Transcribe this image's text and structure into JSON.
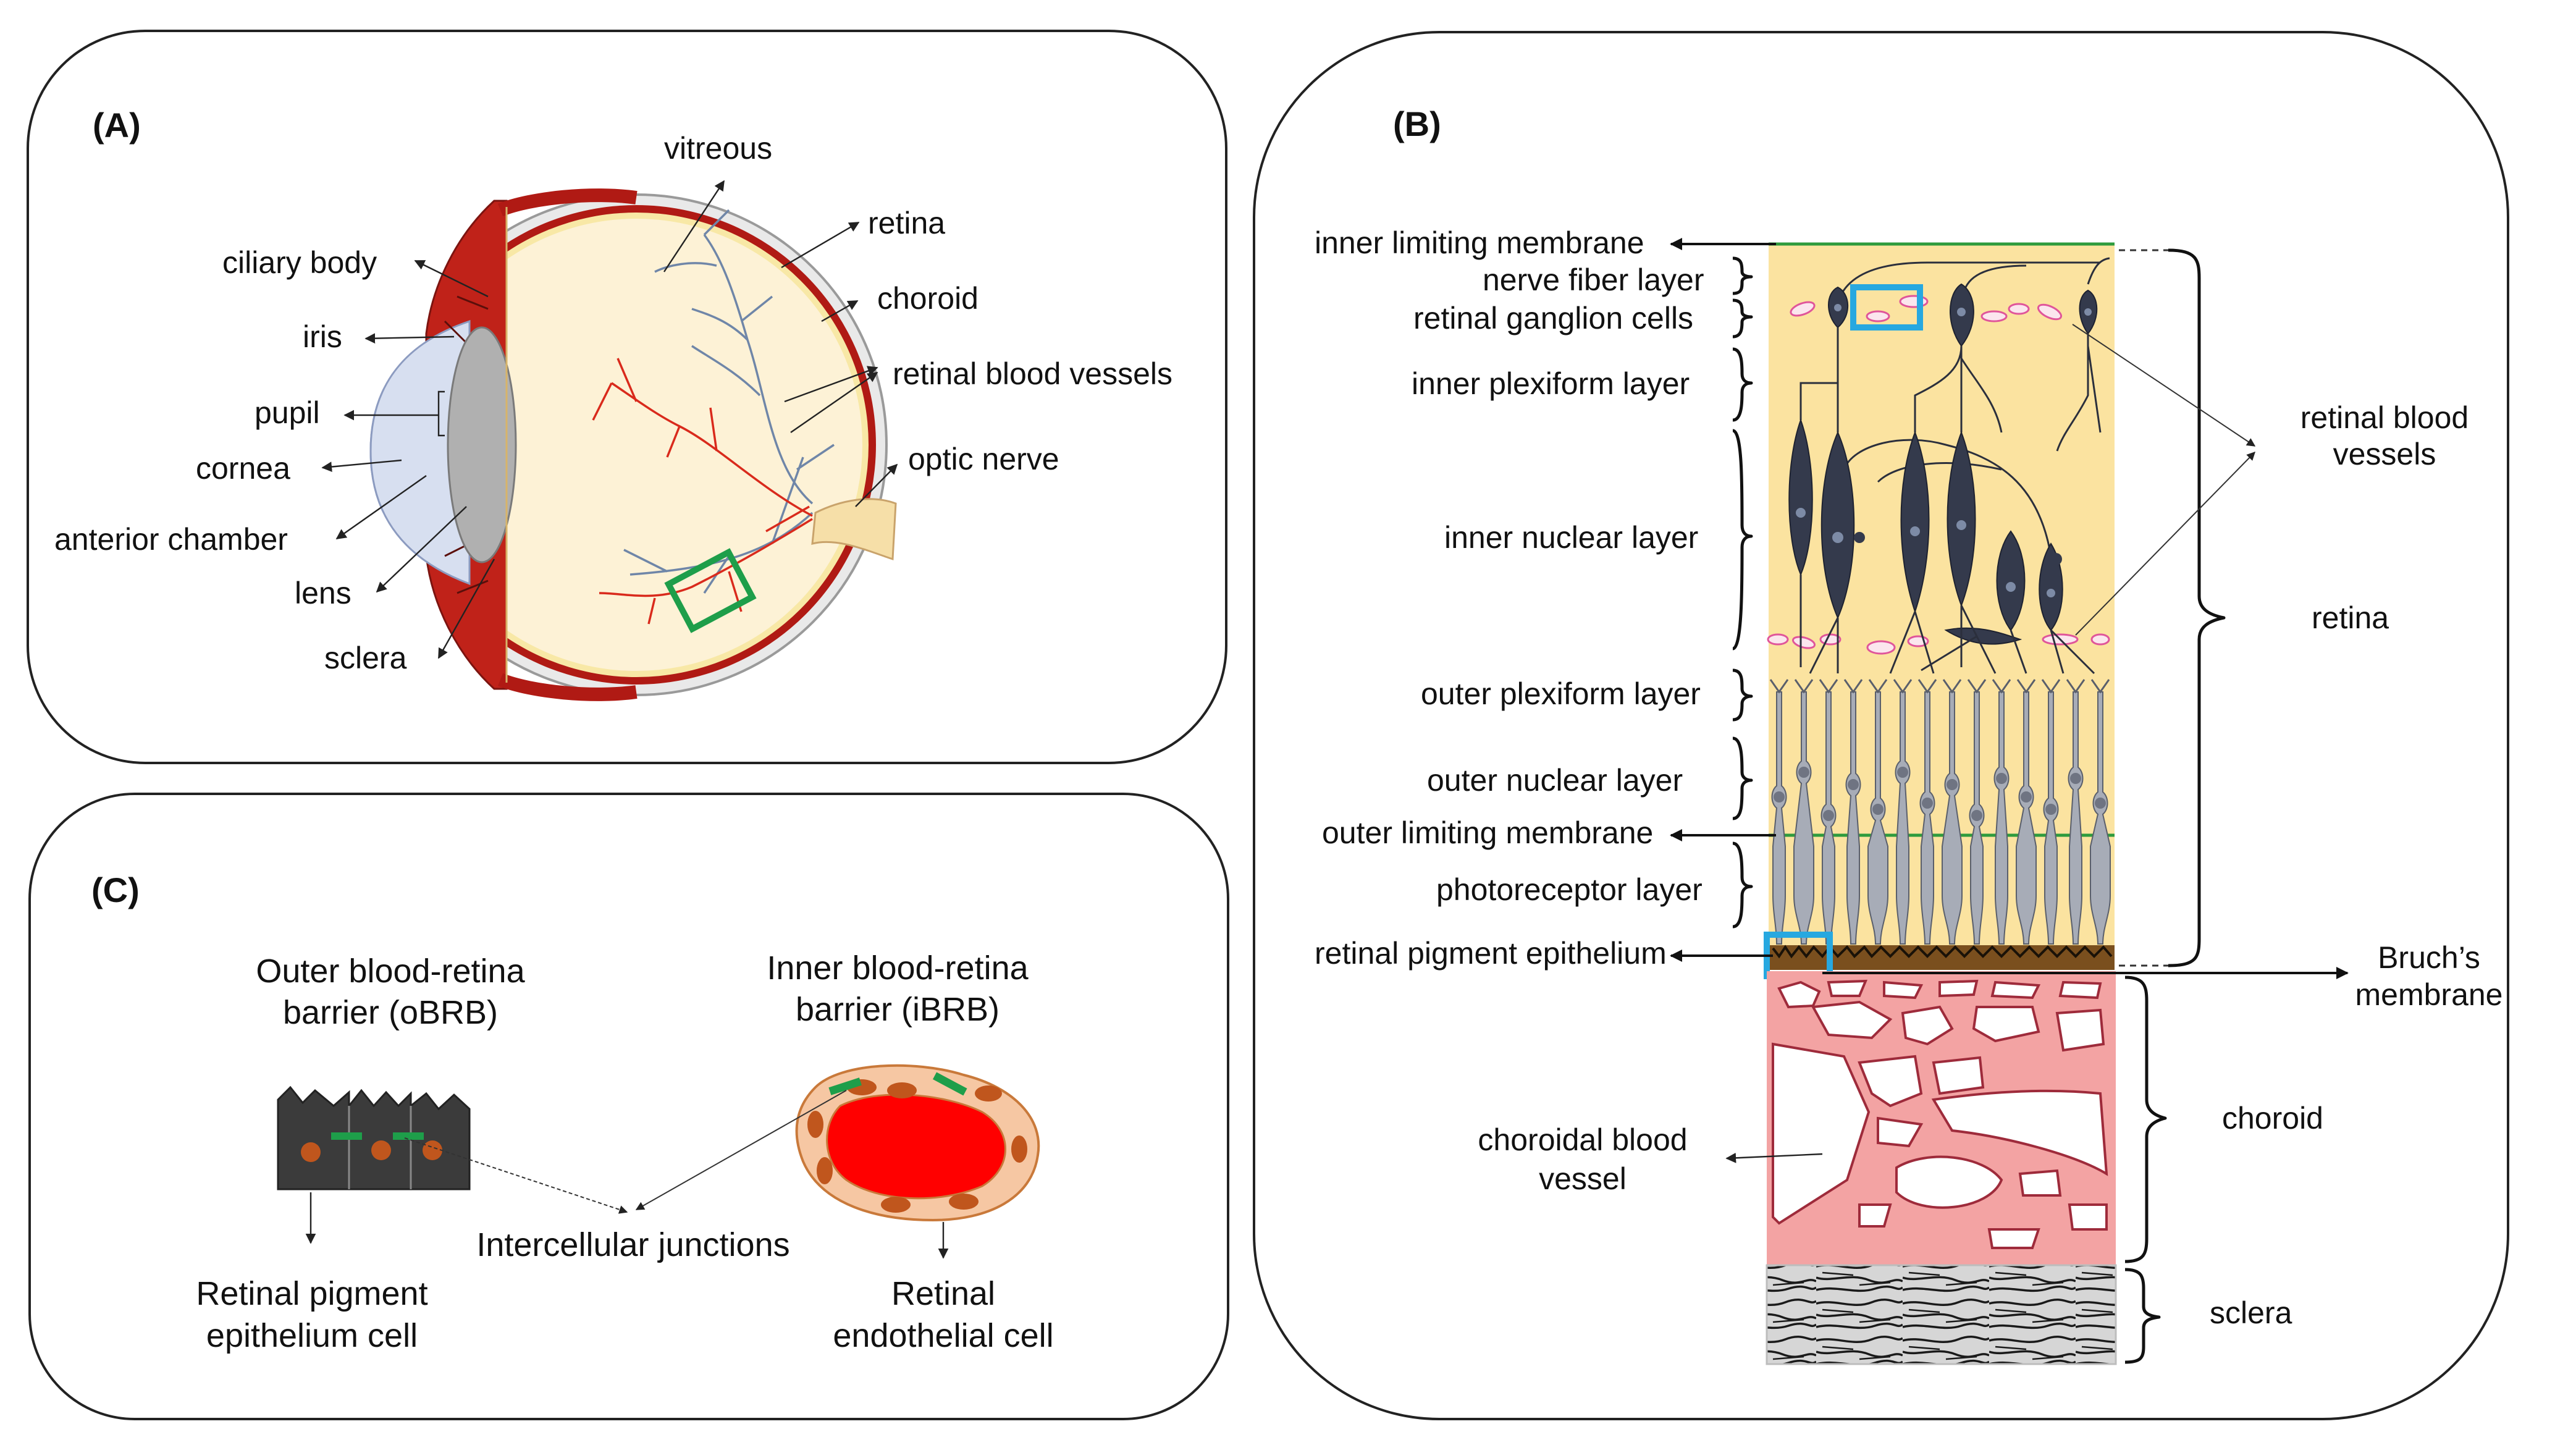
{
  "panel_a": {
    "tag": "(A)",
    "labels": {
      "vitreous": "vitreous",
      "retina": "retina",
      "choroid": "choroid",
      "retinal_blood_vessels": "retinal blood vessels",
      "optic_nerve": "optic nerve",
      "ciliary_body": "ciliary body",
      "iris": "iris",
      "pupil": "pupil",
      "cornea": "cornea",
      "anterior_chamber": "anterior chamber",
      "lens": "lens",
      "sclera": "sclera"
    }
  },
  "panel_b": {
    "tag": "(B)",
    "layers": {
      "inner_limiting_membrane": "inner limiting membrane",
      "nerve_fiber_layer": "nerve fiber layer",
      "retinal_ganglion_cells": "retinal ganglion cells",
      "inner_plexiform_layer": "inner plexiform layer",
      "inner_nuclear_layer": "inner nuclear layer",
      "outer_plexiform_layer": "outer plexiform layer",
      "outer_nuclear_layer": "outer nuclear layer",
      "outer_limiting_membrane": "outer limiting membrane",
      "photoreceptor_layer": "photoreceptor layer",
      "retinal_pigment_epithelium": "retinal pigment epithelium"
    },
    "right_labels": {
      "retinal_blood_vessels_line1": "retinal blood",
      "retinal_blood_vessels_line2": "vessels",
      "retina": "retina",
      "bruchs_line1": "Bruch’s",
      "bruchs_line2": "membrane",
      "choroid": "choroid",
      "sclera": "sclera"
    },
    "choroidal_vessel_line1": "choroidal blood",
    "choroidal_vessel_line2": "vessel"
  },
  "panel_c": {
    "tag": "(C)",
    "outer_title_line1": "Outer blood-retina",
    "outer_title_line2": "barrier (oBRB)",
    "inner_title_line1": "Inner blood-retina",
    "inner_title_line2": "barrier (iBRB)",
    "junctions": "Intercellular junctions",
    "rpe_cell_line1": "Retinal pigment",
    "rpe_cell_line2": "epithelium cell",
    "endo_cell_line1": "Retinal",
    "endo_cell_line2": "endothelial cell"
  },
  "colors": {
    "highlight_green": "#1e9e4a",
    "highlight_blue": "#27a8e0",
    "retina_yellow": "#fbe3a0",
    "choroid_pink": "#f3a3a3",
    "blood_red": "#ff0000"
  }
}
